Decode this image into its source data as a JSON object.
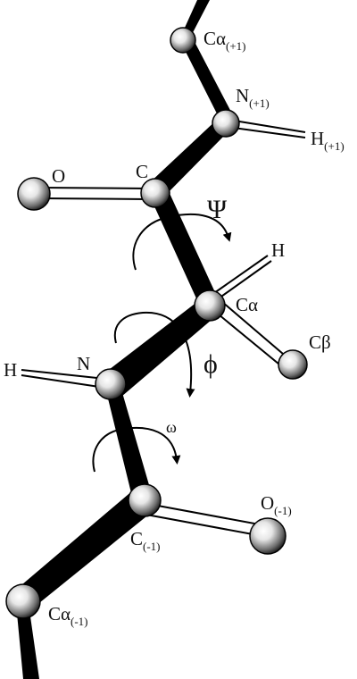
{
  "atoms": {
    "ca_plus1": {
      "label": "Cα",
      "sub": "(+1)"
    },
    "n_plus1": {
      "label": "N",
      "sub": "(+1)"
    },
    "h_plus1": {
      "label": "H",
      "sub": "(+1)"
    },
    "o": {
      "label": "O"
    },
    "c": {
      "label": "C"
    },
    "h_alpha": {
      "label": "H"
    },
    "ca": {
      "label": "Cα"
    },
    "cb": {
      "label": "Cβ"
    },
    "n": {
      "label": "N"
    },
    "h_n": {
      "label": "H"
    },
    "c_minus1": {
      "label": "C",
      "sub": "(-1)"
    },
    "o_minus1": {
      "label": "O",
      "sub": "(-1)"
    },
    "ca_minus1": {
      "label": "Cα",
      "sub": "(-1)"
    }
  },
  "torsions": {
    "psi": "Ψ",
    "phi": "ϕ",
    "omega": "ω"
  }
}
